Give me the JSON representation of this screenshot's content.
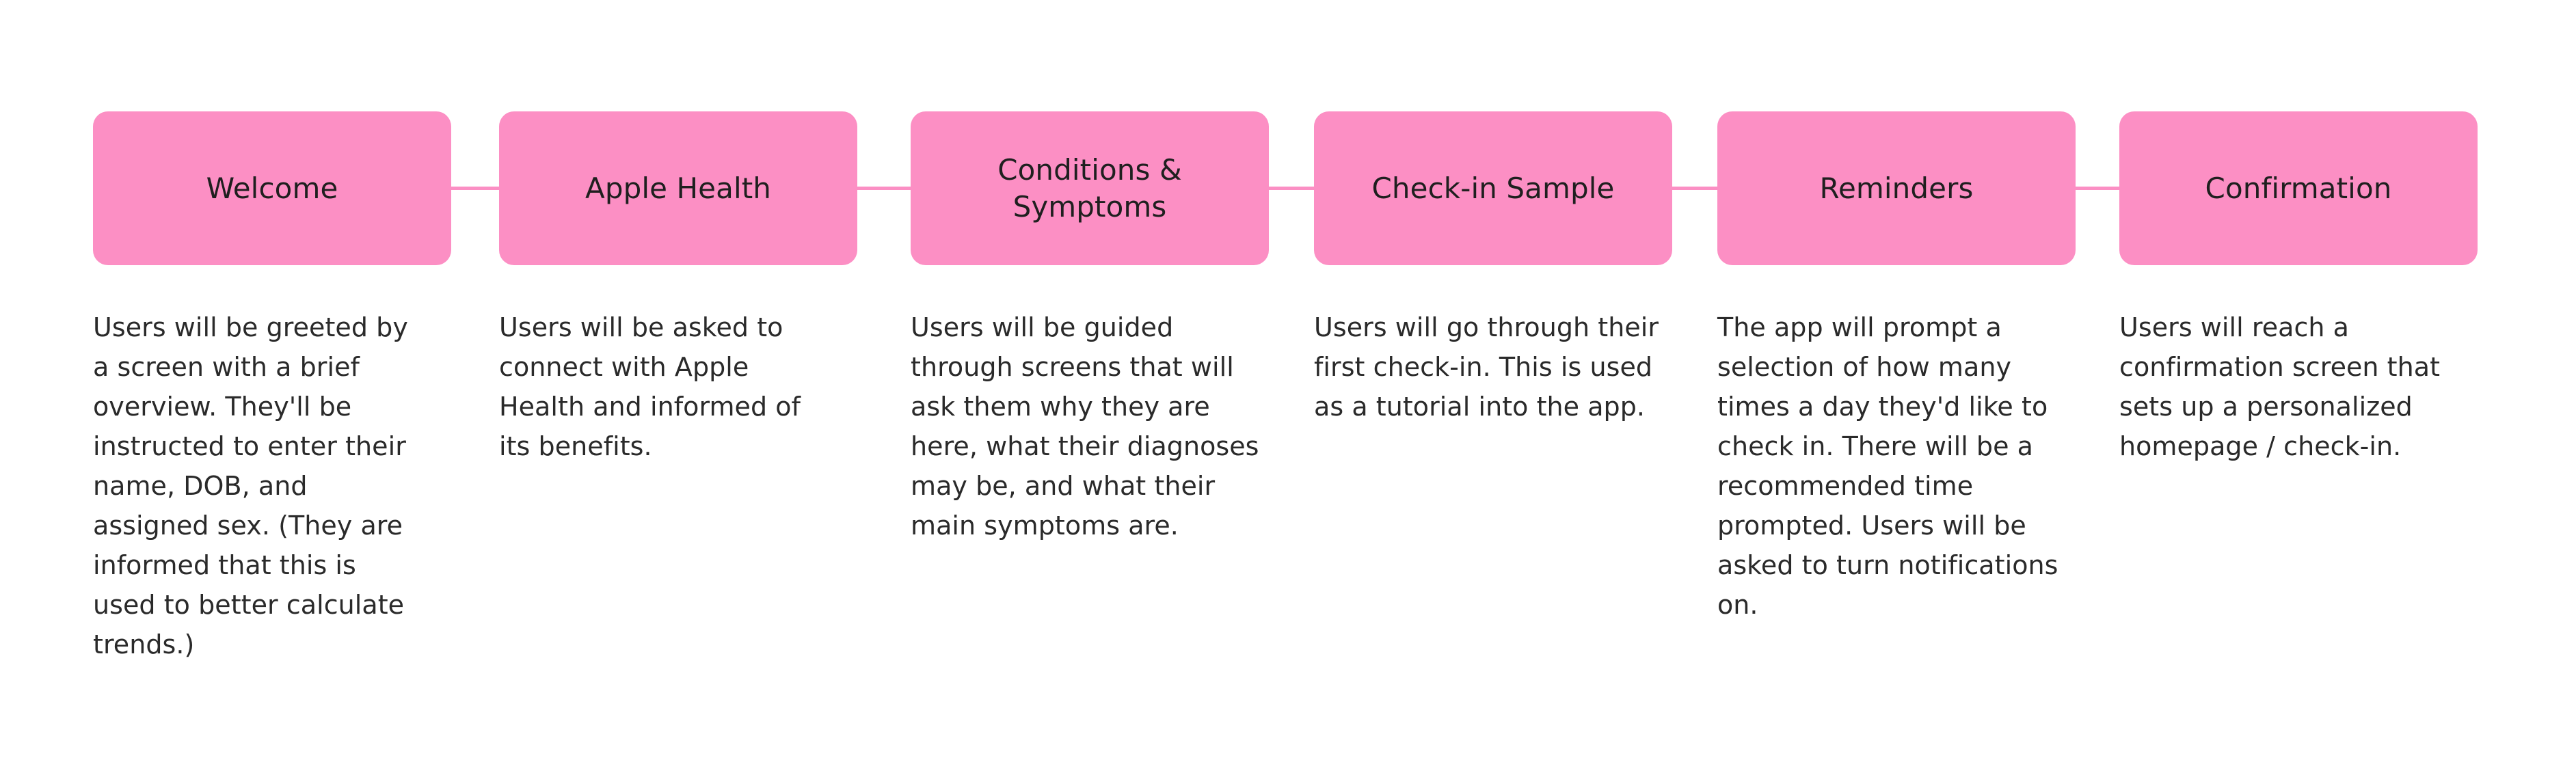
{
  "theme": {
    "background": "#FFFFFF",
    "box_fill": "#FC8FC4",
    "connector_color": "#FB8FC4",
    "title_color": "#1F1F1F",
    "body_color": "#2A2A2A"
  },
  "diagram": {
    "type": "horizontal-flow",
    "step_count": 6,
    "steps": [
      {
        "index": 1,
        "title": "Welcome",
        "description": "Users will be greeted by a screen with a brief overview. They'll  be instructed to enter their name, DOB, and assigned sex. (They are informed that this is used to better calculate trends.)"
      },
      {
        "index": 2,
        "title": "Apple Health",
        "description": "Users will be asked to connect with Apple Health and informed of its benefits."
      },
      {
        "index": 3,
        "title": "Conditions &\nSymptoms",
        "description": "Users will be guided through screens that will ask them why they are here, what their diagnoses may be, and what their main symptoms are."
      },
      {
        "index": 4,
        "title": "Check-in Sample",
        "description": "Users will go through their first check-in. This is used as a tutorial into the app."
      },
      {
        "index": 5,
        "title": "Reminders",
        "description": "The app will prompt a selection of how many times a day they'd like to check in. There will be a recommended time prompted. Users will be asked to turn notifications on."
      },
      {
        "index": 6,
        "title": "Confirmation",
        "description": "Users will reach a confirmation screen that sets up a personalized homepage / check-in."
      }
    ],
    "connectors": [
      {
        "from": "Welcome",
        "to": "Apple Health"
      },
      {
        "from": "Apple Health",
        "to": "Conditions & Symptoms"
      },
      {
        "from": "Conditions & Symptoms",
        "to": "Check-in Sample"
      },
      {
        "from": "Check-in Sample",
        "to": "Reminders"
      },
      {
        "from": "Reminders",
        "to": "Confirmation"
      }
    ]
  }
}
